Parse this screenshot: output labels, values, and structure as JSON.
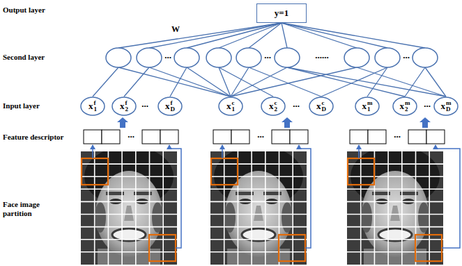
{
  "diagram": {
    "nodes": [
      {
        "text": [
          "y=1"
        ]
      },
      {
        "text": [
          "x",
          "f",
          "1"
        ]
      },
      {
        "text": [
          "x",
          "f",
          "2"
        ]
      },
      {
        "text": [
          "x",
          "f",
          "D"
        ]
      },
      {
        "text": [
          "x",
          "c",
          "1"
        ]
      },
      {
        "text": [
          "x",
          "c",
          "2"
        ]
      },
      {
        "text": [
          "x",
          "c",
          "D"
        ]
      },
      {
        "text": [
          "x",
          "m",
          "1"
        ]
      },
      {
        "text": [
          "x",
          "m",
          "2"
        ]
      },
      {
        "text": [
          "x",
          "m",
          "D"
        ]
      }
    ],
    "labels": [
      "Output layer",
      "Second layer",
      "Input layer",
      "Feature descriptor",
      "Face image partition",
      "W",
      "...",
      "...",
      "......",
      "...",
      "...",
      "...",
      "...",
      "...",
      "...",
      "..."
    ]
  }
}
